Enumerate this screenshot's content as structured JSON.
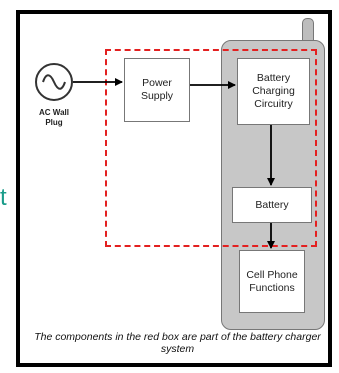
{
  "edge_glyph": "t",
  "ac_source": {
    "label": "AC Wall Plug"
  },
  "blocks": {
    "power_supply": "Power Supply",
    "charging_circuitry": "Battery Charging Circuitry",
    "battery": "Battery",
    "cell_phone": "Cell Phone Functions"
  },
  "caption": "The components in the red box are part of the battery charger system",
  "colors": {
    "charger_boundary": "#e32020",
    "phone_body": "#c7c7c7",
    "edge_glyph": "#1a9c8a"
  }
}
